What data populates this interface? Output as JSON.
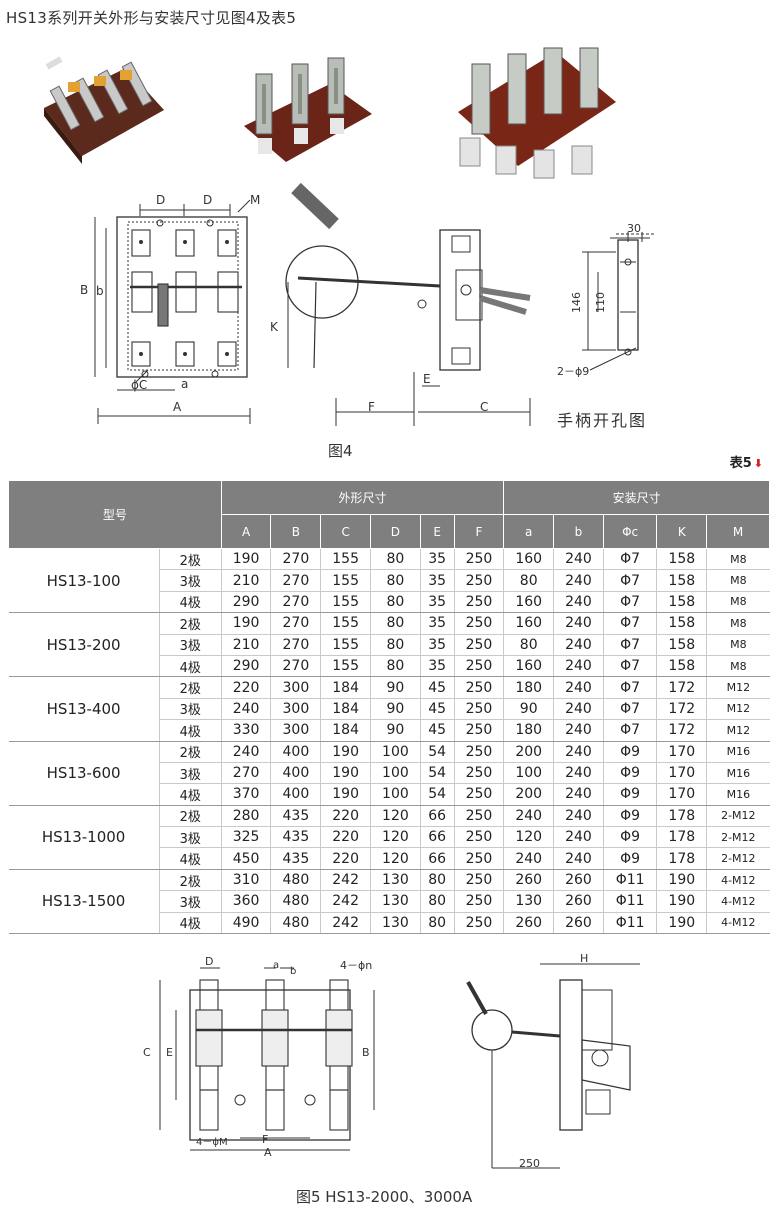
{
  "heading": "HS13系列开关外形与安装尺寸见图4及表5",
  "fig4": {
    "caption": "图4",
    "handle_caption": "手柄开孔图",
    "front_labels": {
      "D1": "D",
      "D2": "D",
      "M": "M",
      "B": "B",
      "b": "b",
      "phiC": "ϕC",
      "a": "a",
      "A": "A"
    },
    "side_labels": {
      "K": "K",
      "E": "E",
      "F": "F",
      "C": "C"
    },
    "hole_labels": {
      "w30": "30",
      "h146": "146",
      "h110": "110",
      "holes": "2－ϕ9"
    }
  },
  "table": {
    "label": "表5",
    "model_header": "型号",
    "group1_header": "外形尺寸",
    "group2_header": "安装尺寸",
    "columns": [
      "A",
      "B",
      "C",
      "D",
      "E",
      "F",
      "a",
      "b",
      "Φc",
      "K",
      "M"
    ],
    "models": [
      {
        "name": "HS13-100",
        "rows": [
          {
            "pole": "2极",
            "vals": [
              "190",
              "270",
              "155",
              "80",
              "35",
              "250",
              "160",
              "240",
              "Φ7",
              "158",
              "M8"
            ]
          },
          {
            "pole": "3极",
            "vals": [
              "210",
              "270",
              "155",
              "80",
              "35",
              "250",
              "80",
              "240",
              "Φ7",
              "158",
              "M8"
            ]
          },
          {
            "pole": "4极",
            "vals": [
              "290",
              "270",
              "155",
              "80",
              "35",
              "250",
              "160",
              "240",
              "Φ7",
              "158",
              "M8"
            ]
          }
        ]
      },
      {
        "name": "HS13-200",
        "rows": [
          {
            "pole": "2极",
            "vals": [
              "190",
              "270",
              "155",
              "80",
              "35",
              "250",
              "160",
              "240",
              "Φ7",
              "158",
              "M8"
            ]
          },
          {
            "pole": "3极",
            "vals": [
              "210",
              "270",
              "155",
              "80",
              "35",
              "250",
              "80",
              "240",
              "Φ7",
              "158",
              "M8"
            ]
          },
          {
            "pole": "4极",
            "vals": [
              "290",
              "270",
              "155",
              "80",
              "35",
              "250",
              "160",
              "240",
              "Φ7",
              "158",
              "M8"
            ]
          }
        ]
      },
      {
        "name": "HS13-400",
        "rows": [
          {
            "pole": "2极",
            "vals": [
              "220",
              "300",
              "184",
              "90",
              "45",
              "250",
              "180",
              "240",
              "Φ7",
              "172",
              "M12"
            ]
          },
          {
            "pole": "3极",
            "vals": [
              "240",
              "300",
              "184",
              "90",
              "45",
              "250",
              "90",
              "240",
              "Φ7",
              "172",
              "M12"
            ]
          },
          {
            "pole": "4极",
            "vals": [
              "330",
              "300",
              "184",
              "90",
              "45",
              "250",
              "180",
              "240",
              "Φ7",
              "172",
              "M12"
            ]
          }
        ]
      },
      {
        "name": "HS13-600",
        "rows": [
          {
            "pole": "2极",
            "vals": [
              "240",
              "400",
              "190",
              "100",
              "54",
              "250",
              "200",
              "240",
              "Φ9",
              "170",
              "M16"
            ]
          },
          {
            "pole": "3极",
            "vals": [
              "270",
              "400",
              "190",
              "100",
              "54",
              "250",
              "100",
              "240",
              "Φ9",
              "170",
              "M16"
            ]
          },
          {
            "pole": "4极",
            "vals": [
              "370",
              "400",
              "190",
              "100",
              "54",
              "250",
              "200",
              "240",
              "Φ9",
              "170",
              "M16"
            ]
          }
        ]
      },
      {
        "name": "HS13-1000",
        "rows": [
          {
            "pole": "2极",
            "vals": [
              "280",
              "435",
              "220",
              "120",
              "66",
              "250",
              "240",
              "240",
              "Φ9",
              "178",
              "2-M12"
            ]
          },
          {
            "pole": "3极",
            "vals": [
              "325",
              "435",
              "220",
              "120",
              "66",
              "250",
              "120",
              "240",
              "Φ9",
              "178",
              "2-M12"
            ]
          },
          {
            "pole": "4极",
            "vals": [
              "450",
              "435",
              "220",
              "120",
              "66",
              "250",
              "240",
              "240",
              "Φ9",
              "178",
              "2-M12"
            ]
          }
        ]
      },
      {
        "name": "HS13-1500",
        "rows": [
          {
            "pole": "2极",
            "vals": [
              "310",
              "480",
              "242",
              "130",
              "80",
              "250",
              "260",
              "260",
              "Φ11",
              "190",
              "4-M12"
            ]
          },
          {
            "pole": "3极",
            "vals": [
              "360",
              "480",
              "242",
              "130",
              "80",
              "250",
              "130",
              "260",
              "Φ11",
              "190",
              "4-M12"
            ]
          },
          {
            "pole": "4极",
            "vals": [
              "490",
              "480",
              "242",
              "130",
              "80",
              "250",
              "260",
              "260",
              "Φ11",
              "190",
              "4-M12"
            ]
          }
        ]
      }
    ]
  },
  "fig5": {
    "caption": "图5 HS13-2000、3000A",
    "front_labels": {
      "D": "D",
      "a": "a",
      "b": "b",
      "n": "4－ϕn",
      "C": "C",
      "E": "E",
      "B": "B",
      "M": "4－ϕM",
      "F": "F",
      "A": "A"
    },
    "side_labels": {
      "H": "H",
      "d250": "250"
    }
  }
}
